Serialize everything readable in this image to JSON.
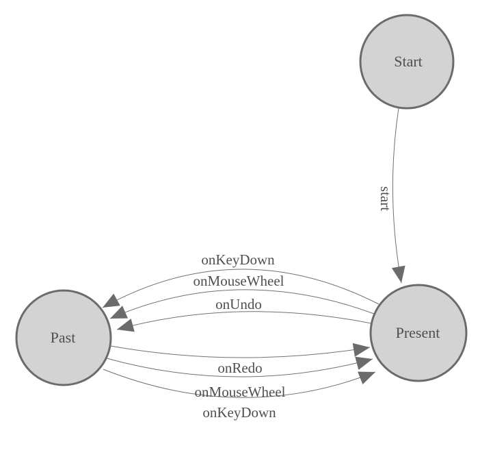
{
  "diagram": {
    "kind": "state-machine",
    "colors": {
      "background": "#ffffff",
      "node_fill": "#d3d3d3",
      "node_border": "#6b6b6b",
      "edge_line": "#707070",
      "arrow_fill": "#6b6b6b",
      "text": "#4f4f4f"
    },
    "nodes": [
      {
        "id": "start",
        "label": "Start"
      },
      {
        "id": "present",
        "label": "Present"
      },
      {
        "id": "past",
        "label": "Past"
      }
    ],
    "edges": [
      {
        "from": "Start",
        "to": "Present",
        "label": "start"
      },
      {
        "from": "Present",
        "to": "Past",
        "label": "onKeyDown"
      },
      {
        "from": "Present",
        "to": "Past",
        "label": "onMouseWheel"
      },
      {
        "from": "Present",
        "to": "Past",
        "label": "onUndo"
      },
      {
        "from": "Past",
        "to": "Present",
        "label": "onRedo"
      },
      {
        "from": "Past",
        "to": "Present",
        "label": "onMouseWheel"
      },
      {
        "from": "Past",
        "to": "Present",
        "label": "onKeyDown"
      }
    ]
  }
}
